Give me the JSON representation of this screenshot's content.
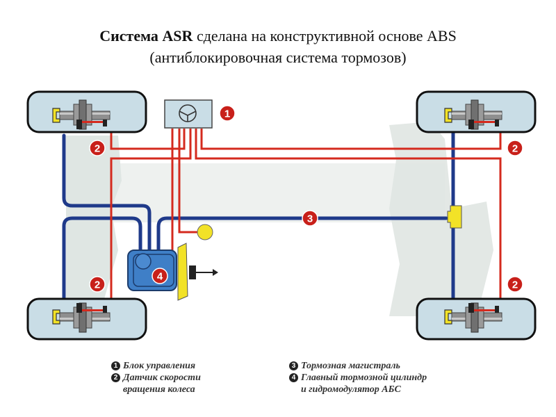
{
  "title": {
    "line1_bold": "Система ASR",
    "line1_rest": " сделана на конструктивной основе ABS",
    "line2": "(антиблокировочная система тормозов)"
  },
  "callouts": {
    "ecu": "1",
    "sensor": "2",
    "brake_line": "3",
    "master_cylinder": "4"
  },
  "legend": {
    "left": [
      {
        "num": "1",
        "lines": [
          "Блок управления"
        ]
      },
      {
        "num": "2",
        "lines": [
          "Датчик скорости",
          "вращения колеса"
        ]
      }
    ],
    "right": [
      {
        "num": "3",
        "lines": [
          "Тормозная магистраль"
        ]
      },
      {
        "num": "4",
        "lines": [
          "Главный тормозной цилиндр",
          "и гидромодулятор АБС"
        ]
      }
    ]
  },
  "colors": {
    "brake_line": "#1f3a8a",
    "sensor_wire": "#d42a1e",
    "wheel_fill": "#c9dde6",
    "callout": "#c8201a",
    "yellow": "#f2e227",
    "modulator": "#3f7fc7"
  }
}
